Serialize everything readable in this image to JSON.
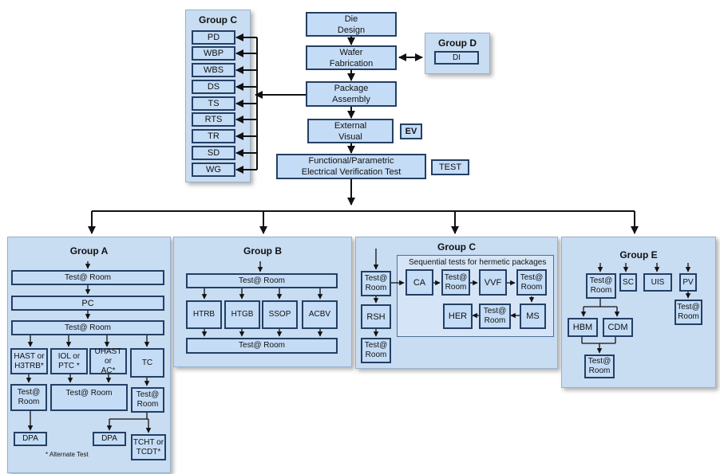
{
  "flow": {
    "die_design": "Die\nDesign",
    "wafer_fab": "Wafer\nFabrication",
    "package_assembly": "Package\nAssembly",
    "external_visual": "External\nVisual",
    "ev": "EV",
    "functional_test": "Functional/Parametric\nElectrical Verification Test",
    "test": "TEST"
  },
  "group_c_top": {
    "title": "Group C",
    "items": [
      "PD",
      "WBP",
      "WBS",
      "DS",
      "TS",
      "RTS",
      "TR",
      "SD",
      "WG"
    ]
  },
  "group_d": {
    "title": "Group D",
    "item": "DI"
  },
  "group_a": {
    "title": "Group A",
    "test_room_1": "Test@ Room",
    "pc": "PC",
    "test_room_2": "Test@ Room",
    "hast": "HAST or\nH3TRB*",
    "iol": "IOL or\nPTC *",
    "uhast": "UHAST or\nAC*",
    "tc": "TC",
    "test_room_hast": "Test@\nRoom",
    "test_room_wide": "Test@ Room",
    "test_room_tc": "Test@\nRoom",
    "dpa_1": "DPA",
    "dpa_2": "DPA",
    "tcht": "TCHT or\nTCDT*",
    "note": "* Alternate Test"
  },
  "group_b": {
    "title": "Group B",
    "test_room_top": "Test@ Room",
    "items": [
      "HTRB",
      "HTGB",
      "SSOP",
      "ACBV"
    ],
    "test_room_bottom": "Test@ Room"
  },
  "group_c_bottom": {
    "title": "Group C",
    "test_room_1": "Test@\nRoom",
    "rsh": "RSH",
    "test_room_2": "Test@\nRoom",
    "hermetic_label": "Sequential tests for hermetic packages",
    "ca": "CA",
    "test_room_3": "Test@\nRoom",
    "vvf": "VVF",
    "test_room_4": "Test@\nRoom",
    "ms": "MS",
    "test_room_5": "Test@\nRoom",
    "her": "HER"
  },
  "group_e": {
    "title": "Group E",
    "test_room_1": "Test@\nRoom",
    "sc": "SC",
    "uis": "UIS",
    "pv": "PV",
    "test_room_pv": "Test@\nRoom",
    "hbm": "HBM",
    "cdm": "CDM",
    "test_room_2": "Test@\nRoom"
  }
}
